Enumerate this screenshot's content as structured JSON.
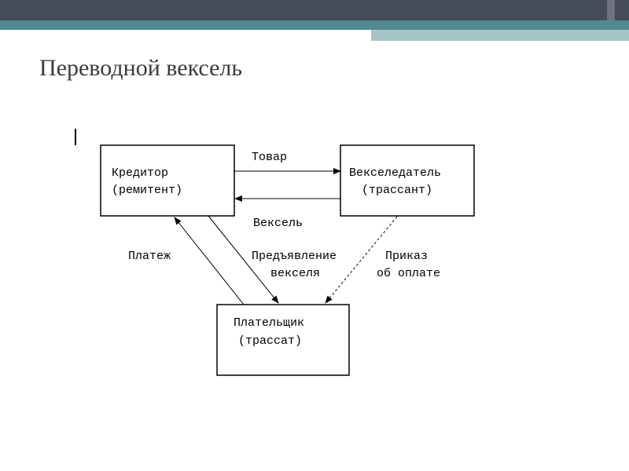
{
  "slide": {
    "title": "Переводной вексель"
  },
  "diagram": {
    "nodes": {
      "creditor": {
        "line1": "Кредитор",
        "line2": "(ремитент)"
      },
      "drawer": {
        "line1": "Векселедатель",
        "line2": "(трассант)"
      },
      "payer": {
        "line1": "Плательщик",
        "line2": "(трассат)"
      }
    },
    "edges": {
      "goods": "Товар",
      "bill": "Вексель",
      "payment": "Платеж",
      "presentment_line1": "Предъявление",
      "presentment_line2": "векселя",
      "order_line1": "Приказ",
      "order_line2": "об оплате"
    }
  },
  "colors": {
    "header_dark": "#454b5a",
    "header_teal": "#4f8a91",
    "header_light": "#a6c3c6"
  }
}
